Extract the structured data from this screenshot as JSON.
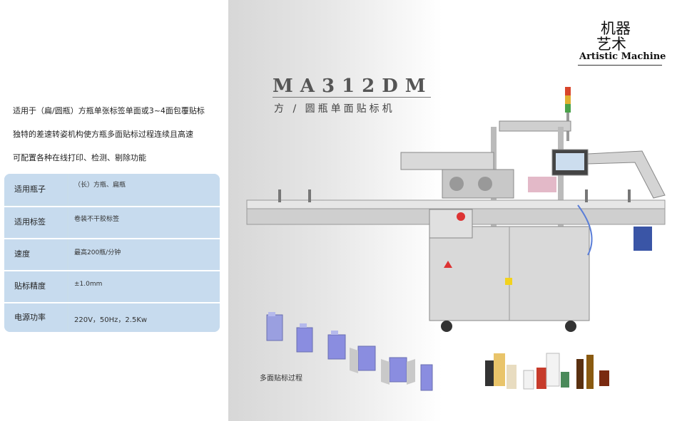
{
  "features": [
    "适用于（扁/圆瓶）方瓶单张标签单面或3~4面包覆贴标",
    "独特的差速转姿机构使方瓶多面贴标过程连续且高速",
    "可配置各种在线打印、检测、剔除功能"
  ],
  "specs": [
    {
      "key": "适用瓶子",
      "value": "（长）方瓶、扁瓶"
    },
    {
      "key": "适用标签",
      "value": "卷装不干胶标签"
    },
    {
      "key": "速度",
      "value": "最高200瓶/分钟"
    },
    {
      "key": "贴标精度",
      "value": "±1.0mm"
    },
    {
      "key": "电源功率",
      "value": "220V，50Hz，2.5Kw"
    }
  ],
  "product": {
    "model": "MA312DM",
    "subtitle": "方 / 圆瓶单面贴标机"
  },
  "logo": {
    "cn_line1": "机器",
    "cn_line2": "艺术",
    "en": "Artistic Machine"
  },
  "process_caption": "多面贴标过程",
  "colors": {
    "table_bg": "#c7dbee",
    "panel_grey": "#d7d7d7",
    "bottle_purple": "#8a8de0"
  }
}
